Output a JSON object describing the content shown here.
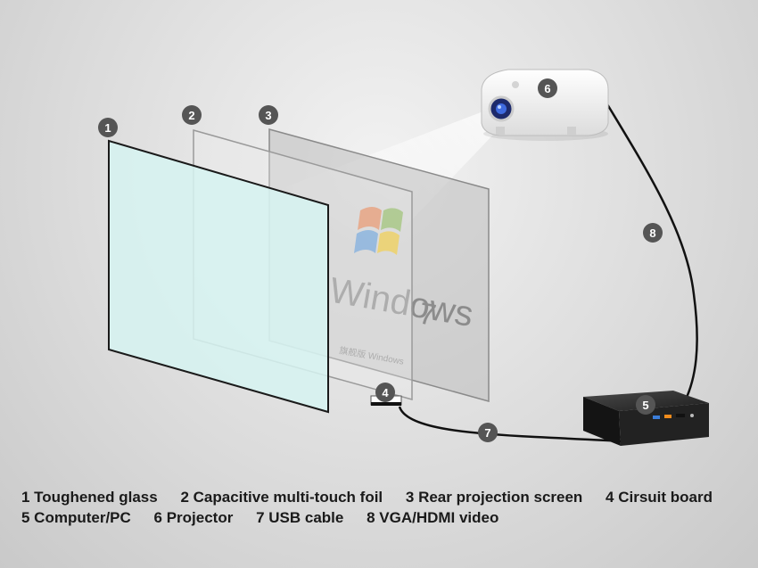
{
  "screen": {
    "brand": "Windows",
    "version": "7",
    "subtitle": "旗舰版 Windows"
  },
  "markers": [
    "1",
    "2",
    "3",
    "4",
    "5",
    "6",
    "7",
    "8"
  ],
  "legend": {
    "row1": [
      "1 Toughened glass",
      "2 Capacitive multi-touch foil",
      "3  Rear projection screen",
      "4  Cirsuit board"
    ],
    "row2": [
      "5  Computer/PC",
      "6  Projector",
      "7  USB cable",
      "8  VGA/HDMI video"
    ]
  },
  "colors": {
    "glass": "#d6f3f1",
    "badge": "#555555",
    "cable": "#111111"
  }
}
